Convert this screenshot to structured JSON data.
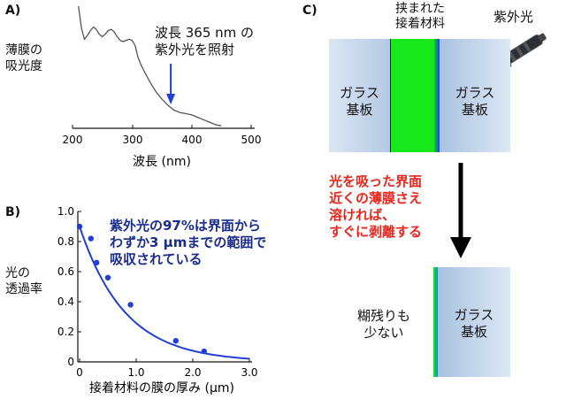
{
  "panel_a": {
    "label": "A)",
    "ylabel_line1": "薄膜の",
    "ylabel_line2": "吸光度",
    "annotation_line1": "波長 365 nm の",
    "annotation_line2": "紫外光を照射",
    "xlabel": "波長 (nm)",
    "xticks": [
      "200",
      "300",
      "400",
      "500"
    ]
  },
  "panel_b": {
    "label": "B)",
    "ylabel_line1": "光の",
    "ylabel_line2": "透過率",
    "annotation_line1": "紫外光の97%は界面から",
    "annotation_line2": "わずか3 μmまでの範囲で",
    "annotation_line3": "吸収されている",
    "xlabel": "接着材料の膜の厚み (μm)",
    "xticks": [
      "0",
      "1.0",
      "2.0",
      "3.0"
    ],
    "yticks": [
      "0",
      "0.2",
      "0.4",
      "0.6",
      "0.8",
      "1.0"
    ]
  },
  "panel_c": {
    "label": "C)",
    "sandwiched_line1": "挟まれた",
    "sandwiched_line2": "接着材料",
    "uv_label": "紫外光",
    "glass_left_line1": "ガラス",
    "glass_left_line2": "基板",
    "glass_right_line1": "ガラス",
    "glass_right_line2": "基板",
    "explanation_line1": "光を吸った界面",
    "explanation_line2": "近くの薄膜さえ",
    "explanation_line3": "溶ければ、",
    "explanation_line4": "すぐに剥離する",
    "residue_line1": "糊残りも",
    "residue_line2": "少ない",
    "glass_after_line1": "ガラス",
    "glass_after_line2": "基板"
  },
  "colors": {
    "uv_blue": "#1f3fd6",
    "adhesive_green": "#16e81a",
    "red_text": "#e8251c",
    "navy_text": "#1a2d8c"
  },
  "chart_data": [
    {
      "type": "line",
      "title": "",
      "xlabel": "波長 (nm)",
      "ylabel": "薄膜の吸光度",
      "xlim": [
        200,
        500
      ],
      "x": [
        210,
        215,
        220,
        225,
        230,
        235,
        240,
        245,
        250,
        255,
        260,
        265,
        270,
        275,
        280,
        285,
        290,
        295,
        300,
        305,
        310,
        315,
        320,
        330,
        340,
        350,
        360,
        365,
        370,
        380,
        390,
        400,
        410,
        420,
        430,
        440,
        450
      ],
      "values": [
        1.0,
        0.82,
        0.73,
        0.76,
        0.8,
        0.83,
        0.81,
        0.77,
        0.75,
        0.77,
        0.8,
        0.81,
        0.79,
        0.75,
        0.72,
        0.71,
        0.72,
        0.73,
        0.72,
        0.68,
        0.58,
        0.52,
        0.47,
        0.38,
        0.3,
        0.24,
        0.19,
        0.17,
        0.15,
        0.13,
        0.12,
        0.11,
        0.09,
        0.07,
        0.05,
        0.03,
        0.02
      ],
      "arrow_at_x": 365
    },
    {
      "type": "scatter",
      "title": "",
      "xlabel": "接着材料の膜の厚み (μm)",
      "ylabel": "光の透過率",
      "xlim": [
        0,
        3.0
      ],
      "ylim": [
        0,
        1.0
      ],
      "points": [
        [
          0.0,
          0.9
        ],
        [
          0.2,
          0.82
        ],
        [
          0.3,
          0.66
        ],
        [
          0.5,
          0.56
        ],
        [
          0.9,
          0.38
        ],
        [
          1.7,
          0.14
        ],
        [
          2.2,
          0.07
        ]
      ],
      "fit_curve": "exponential decay"
    }
  ]
}
